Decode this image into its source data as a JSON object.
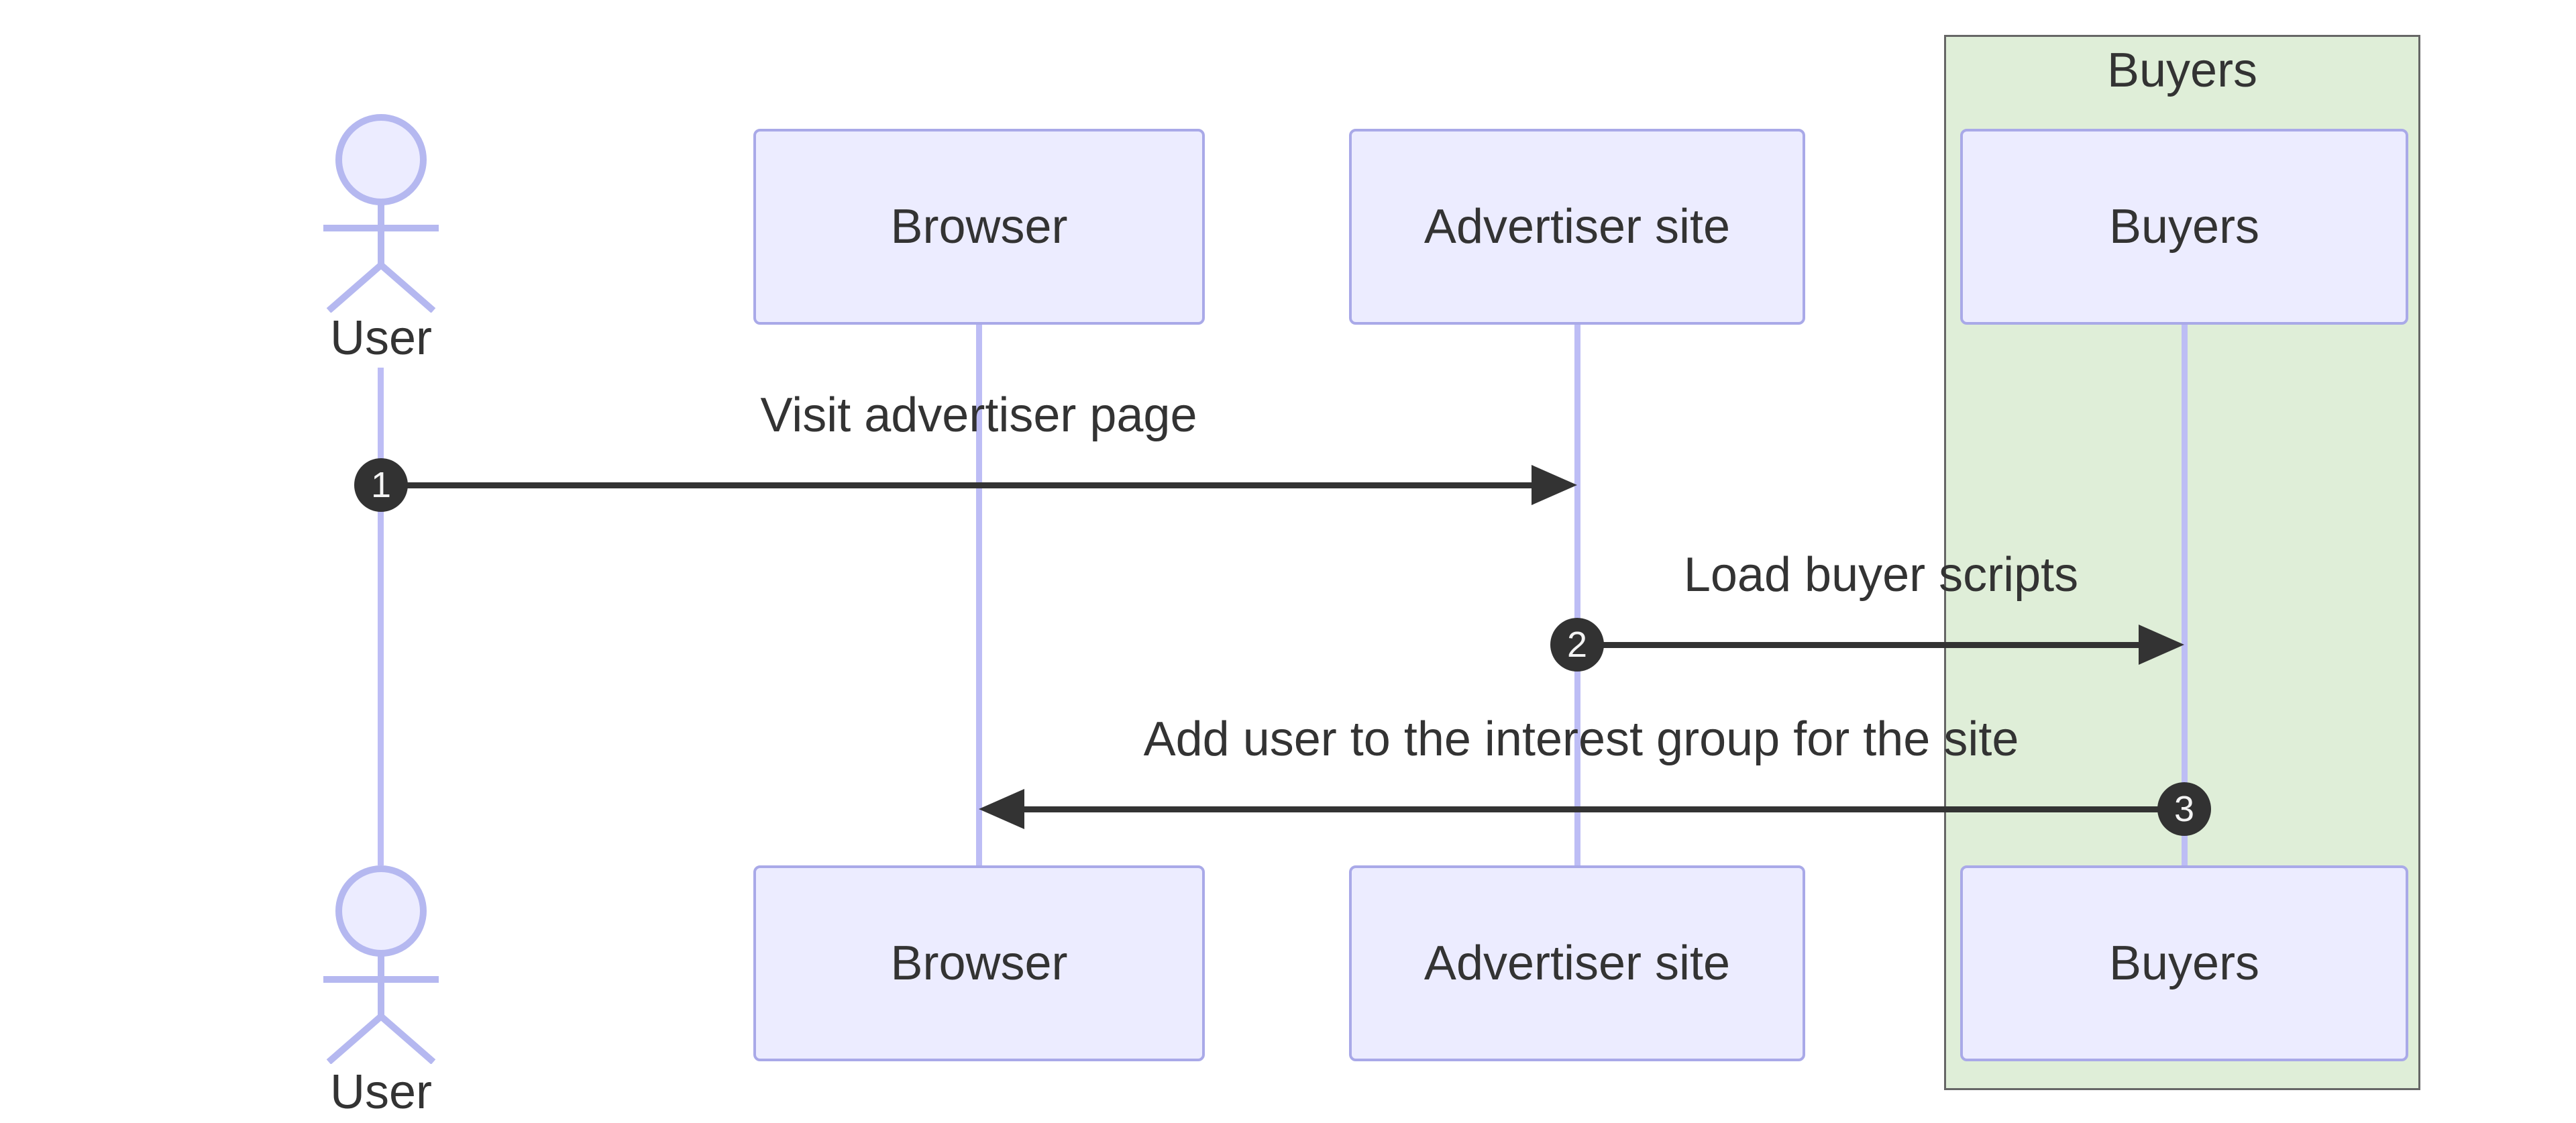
{
  "diagram": {
    "type": "sequence",
    "group": {
      "label": "Buyers"
    },
    "actor": {
      "top_label": "User",
      "bottom_label": "User"
    },
    "participants": [
      {
        "id": "browser",
        "top_label": "Browser",
        "bottom_label": "Browser"
      },
      {
        "id": "advertiser-site",
        "top_label": "Advertiser site",
        "bottom_label": "Advertiser site"
      },
      {
        "id": "buyers",
        "top_label": "Buyers",
        "bottom_label": "Buyers"
      }
    ],
    "messages": [
      {
        "number": "1",
        "label": "Visit advertiser page",
        "from": "User",
        "to": "Advertiser site",
        "direction": "right"
      },
      {
        "number": "2",
        "label": "Load buyer scripts",
        "from": "Advertiser site",
        "to": "Buyers",
        "direction": "right"
      },
      {
        "number": "3",
        "label": "Add user to the interest group for the site",
        "from": "Buyers",
        "to": "Browser",
        "direction": "left"
      }
    ]
  },
  "colors": {
    "participant_fill": "#ececff",
    "participant_border": "#a9a9e8",
    "lifeline": "#bdbdf5",
    "actor_stroke": "#b5b8f0",
    "group_fill": "#dfeed8",
    "group_border": "#666666",
    "message_color": "#333333",
    "number_fill": "#323232",
    "number_text": "#f4f4f4",
    "label_color": "#333333"
  }
}
